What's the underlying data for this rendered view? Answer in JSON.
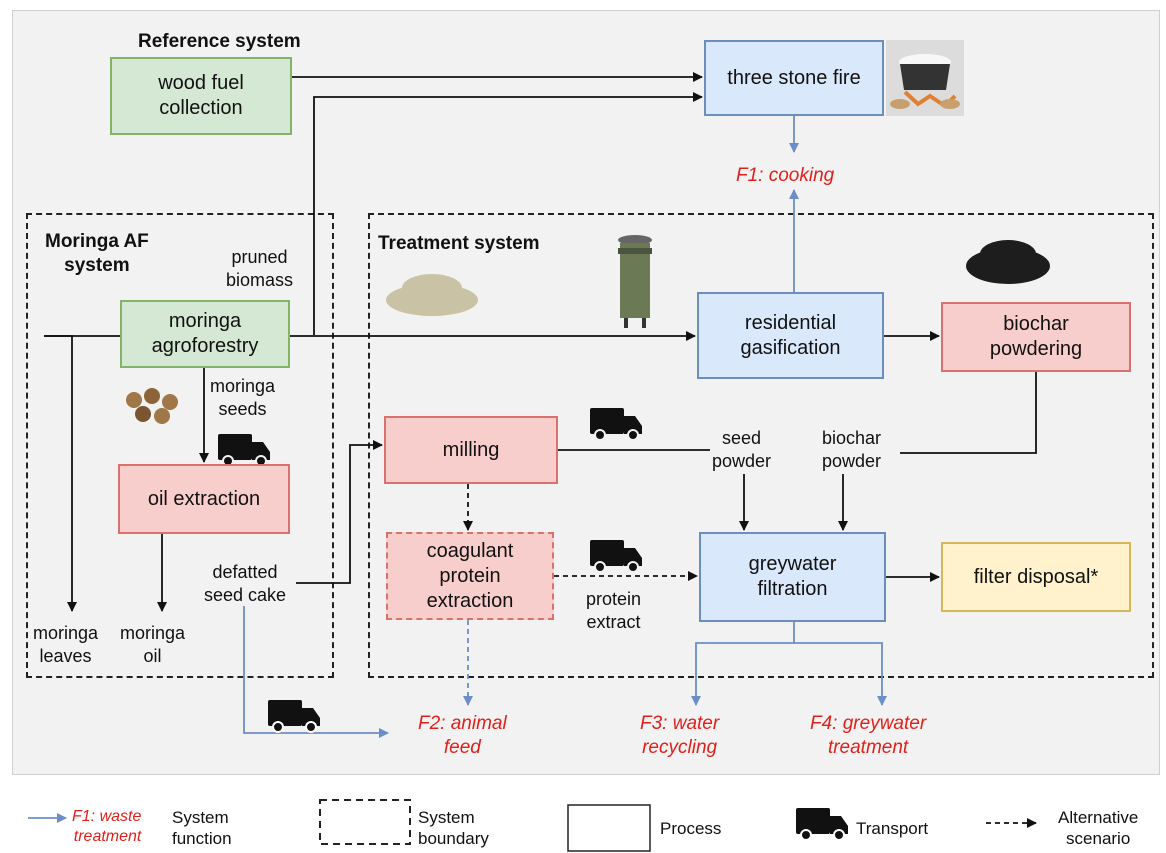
{
  "titles": {
    "reference": "Reference system",
    "moringa_af": "Moringa AF\nsystem",
    "treatment": "Treatment system"
  },
  "processes": {
    "wood_fuel": "wood fuel\ncollection",
    "three_stone": "three stone fire",
    "moringa_agro": "moringa\nagroforestry",
    "residential_gas": "residential\ngasification",
    "biochar_powdering": "biochar\npowdering",
    "milling": "milling",
    "oil_extraction": "oil extraction",
    "coagulant": "coagulant\nprotein\nextraction",
    "greywater_filtration": "greywater\nfiltration",
    "filter_disposal": "filter disposal*"
  },
  "flows": {
    "pruned_biomass": "pruned\nbiomass",
    "moringa_seeds": "moringa\nseeds",
    "defatted_seed_cake": "defatted\nseed cake",
    "moringa_leaves": "moringa\nleaves",
    "moringa_oil": "moringa\noil",
    "seed_powder": "seed\npowder",
    "biochar_powder": "biochar\npowder",
    "protein_extract": "protein\nextract"
  },
  "functions": {
    "f1": "F1: cooking",
    "f2": "F2: animal\nfeed",
    "f3": "F3: water\nrecycling",
    "f4": "F4: greywater\ntreatment"
  },
  "legend": {
    "function_example": "F1: waste\ntreatment",
    "system_function": "System\nfunction",
    "system_boundary": "System\nboundary",
    "process": "Process",
    "transport": "Transport",
    "alternative": "Alternative\nscenario"
  },
  "colors": {
    "arrow_black": "#111111",
    "arrow_blue": "#6b8ec8",
    "function_red": "#e0201b"
  }
}
